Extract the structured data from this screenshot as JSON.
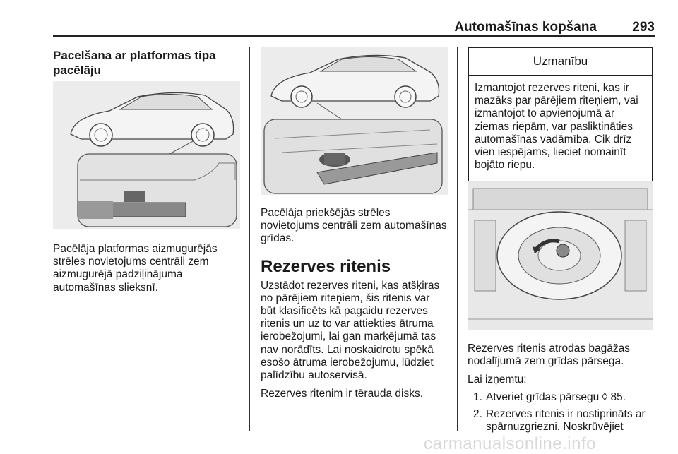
{
  "header": {
    "title": "Automašīnas kopšana",
    "page": "293"
  },
  "col1": {
    "heading": "Pacelšana ar platformas tipa pacēlāju",
    "caption": "Pacēlāja platformas aizmugurējās strēles novietojums centrāli zem aizmugurējā padziļinājuma automašīnas slieksnī."
  },
  "col2": {
    "caption": "Pacēlāja priekšējās strēles novietojums centrāli zem automašīnas grīdas.",
    "section_title": "Rezerves ritenis",
    "para1": "Uzstādot rezerves riteni, kas atšķiras no pārējiem riteņiem, šis ritenis var būt klasificēts kā pagaidu rezerves ritenis un uz to var attiekties ātruma ierobežojumi, lai gan marķējumā tas nav norādīts. Lai noskaidrotu spēkā esošo ātruma ierobežojumu, lūdziet palīdzību autoservisā.",
    "para2": "Rezerves ritenim ir tērauda disks."
  },
  "col3": {
    "warning_title": "Uzmanību",
    "warning_text": "Izmantojot rezerves riteni, kas ir mazāks par pārējiem riteņiem, vai izmantojot to apvienojumā ar ziemas riepām, var pasliktināties automašīnas vadāmība. Cik drīz vien iespējams, lieciet nomainīt bojāto riepu.",
    "caption": "Rezerves ritenis atrodas bagāžas nodalījumā zem grīdas pārsega.",
    "intro": "Lai izņemtu:",
    "steps": [
      {
        "num": "1.",
        "text": "Atveriet grīdas pārsegu ◊ 85."
      },
      {
        "num": "2.",
        "text": "Rezerves ritenis ir nostiprināts ar spārnuzgriezni. Noskrūvējiet"
      }
    ]
  },
  "watermark": "carmanualsonline.info"
}
